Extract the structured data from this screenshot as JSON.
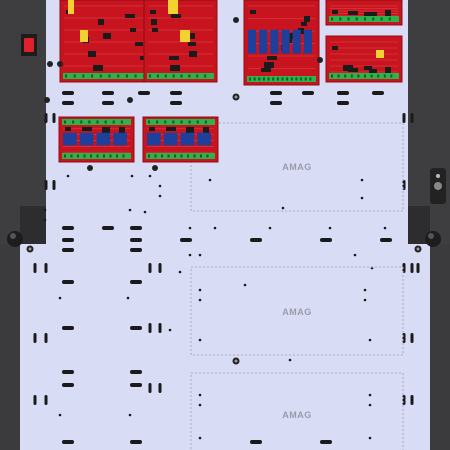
{
  "enclosure": {
    "colors": {
      "frame": "#4a4a4c",
      "frame_dark": "#2d2d2f",
      "backplate": "#d9dcf5",
      "slot": "#1a1a1a",
      "zone_border": "#a9abbd",
      "board": "#c8141e",
      "board_dark": "#8e0b12",
      "terminal": "#2fb24c",
      "relay": "#1f3f9c",
      "chip": "#1b1b1b",
      "cap_yellow": "#f1d230",
      "switch_red": "#e0202a"
    },
    "mount_zones": [
      {
        "label": "AMAG"
      },
      {
        "label": "AMAG"
      },
      {
        "label": "AMAG"
      }
    ],
    "boards": [
      {
        "kind": "power-supply"
      },
      {
        "kind": "power-supply"
      },
      {
        "kind": "relay-controller"
      },
      {
        "kind": "reader-interface"
      },
      {
        "kind": "io-module"
      },
      {
        "kind": "relay-board"
      },
      {
        "kind": "relay-board"
      }
    ]
  }
}
